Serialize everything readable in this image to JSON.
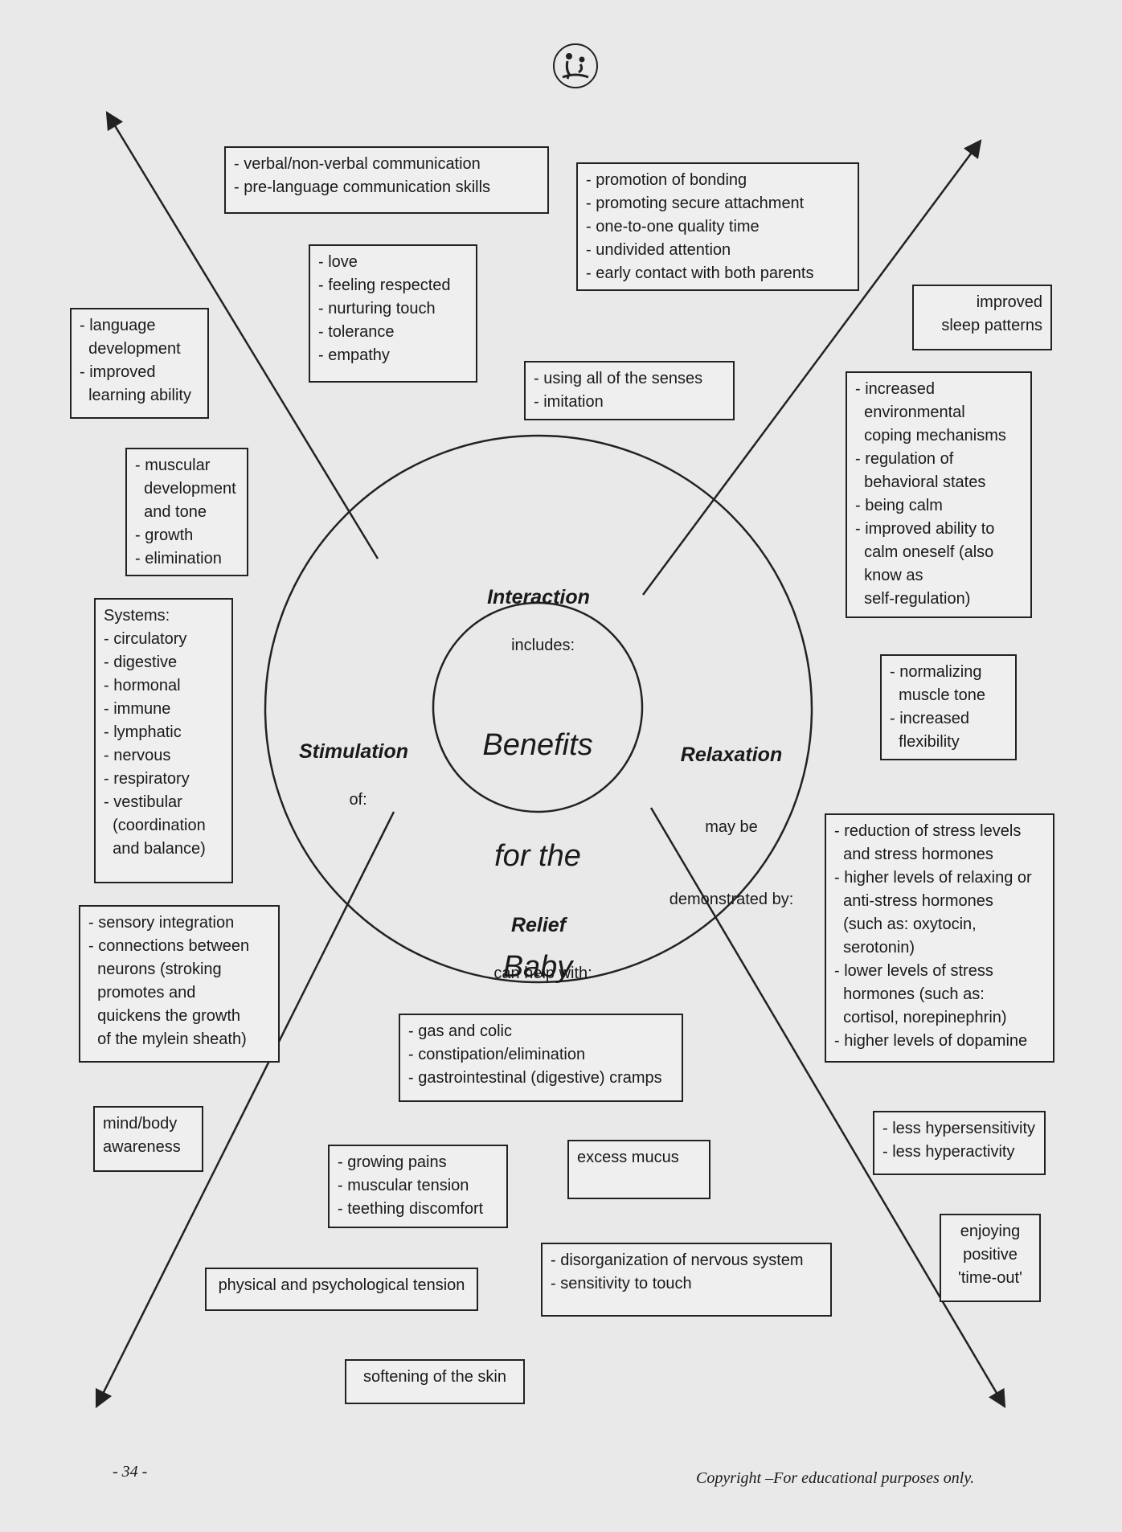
{
  "hub": {
    "line1": "Benefits",
    "line2": "for the",
    "line3": "Baby"
  },
  "sections": {
    "interaction": {
      "title": "Interaction",
      "subtitle": "includes:"
    },
    "stimulation": {
      "title": "Stimulation",
      "subtitle": "of:"
    },
    "relaxation": {
      "title": "Relaxation",
      "subtitle1": "may be",
      "subtitle2": "demonstrated by:"
    },
    "relief": {
      "title": "Relief",
      "subtitle": "can help with:"
    }
  },
  "boxes": {
    "communication": [
      "- verbal/non-verbal communication",
      "- pre-language communication skills"
    ],
    "bonding": [
      "- promotion of bonding",
      "- promoting secure attachment",
      "- one-to-one quality time",
      "- undivided attention",
      "- early contact with both parents"
    ],
    "love": [
      "- love",
      "- feeling respected",
      "- nurturing touch",
      "- tolerance",
      "- empathy"
    ],
    "language": [
      "- language",
      "  development",
      "- improved",
      "  learning ability"
    ],
    "sleep": [
      "improved",
      "sleep patterns"
    ],
    "senses": [
      "- using all of the senses",
      "- imitation"
    ],
    "environmental": [
      "- increased",
      "  environmental",
      "  coping mechanisms",
      "- regulation of",
      "  behavioral states",
      "- being calm",
      "- improved ability to",
      "  calm oneself (also",
      "  know as",
      "  self-regulation)"
    ],
    "muscular": [
      "- muscular",
      "  development",
      "  and tone",
      "- growth",
      "- elimination"
    ],
    "systems_head": "Systems:",
    "systems": [
      "- circulatory",
      "- digestive",
      "- hormonal",
      "- immune",
      "- lymphatic",
      "- nervous",
      "- respiratory",
      "- vestibular",
      "  (coordination",
      "  and balance)"
    ],
    "muscle_tone": [
      "- normalizing",
      "  muscle tone",
      "- increased",
      "  flexibility"
    ],
    "stress": [
      "- reduction of stress levels",
      "  and stress hormones",
      "- higher levels of relaxing or",
      "  anti-stress hormones",
      "  (such as: oxytocin,",
      "  serotonin)",
      "- lower levels of stress",
      "  hormones (such as:",
      "  cortisol, norepinephrin)",
      "- higher levels of dopamine"
    ],
    "sensory": [
      "- sensory integration",
      "- connections between",
      "  neurons (stroking",
      "  promotes and",
      "  quickens the growth",
      "  of the mylein sheath)"
    ],
    "gas": [
      "- gas and colic",
      "- constipation/elimination",
      "- gastrointestinal (digestive) cramps"
    ],
    "mindbody": [
      "mind/body",
      "awareness"
    ],
    "hypersensitivity": [
      "- less hypersensitivity",
      "- less hyperactivity"
    ],
    "growing": [
      "- growing pains",
      "- muscular tension",
      "- teething discomfort"
    ],
    "mucus": [
      "excess mucus"
    ],
    "timeout": [
      "enjoying",
      "positive",
      "'time-out'"
    ],
    "disorganization": [
      "- disorganization of nervous system",
      "- sensitivity to touch"
    ],
    "tension": [
      "physical and psychological tension"
    ],
    "skin": [
      "softening of the skin"
    ]
  },
  "footer": {
    "page_number": "- 34 -",
    "copyright": "Copyright –For educational purposes only."
  },
  "colors": {
    "ink": "#222222",
    "paper": "#e9e9e9",
    "box_fill": "#efefef"
  }
}
